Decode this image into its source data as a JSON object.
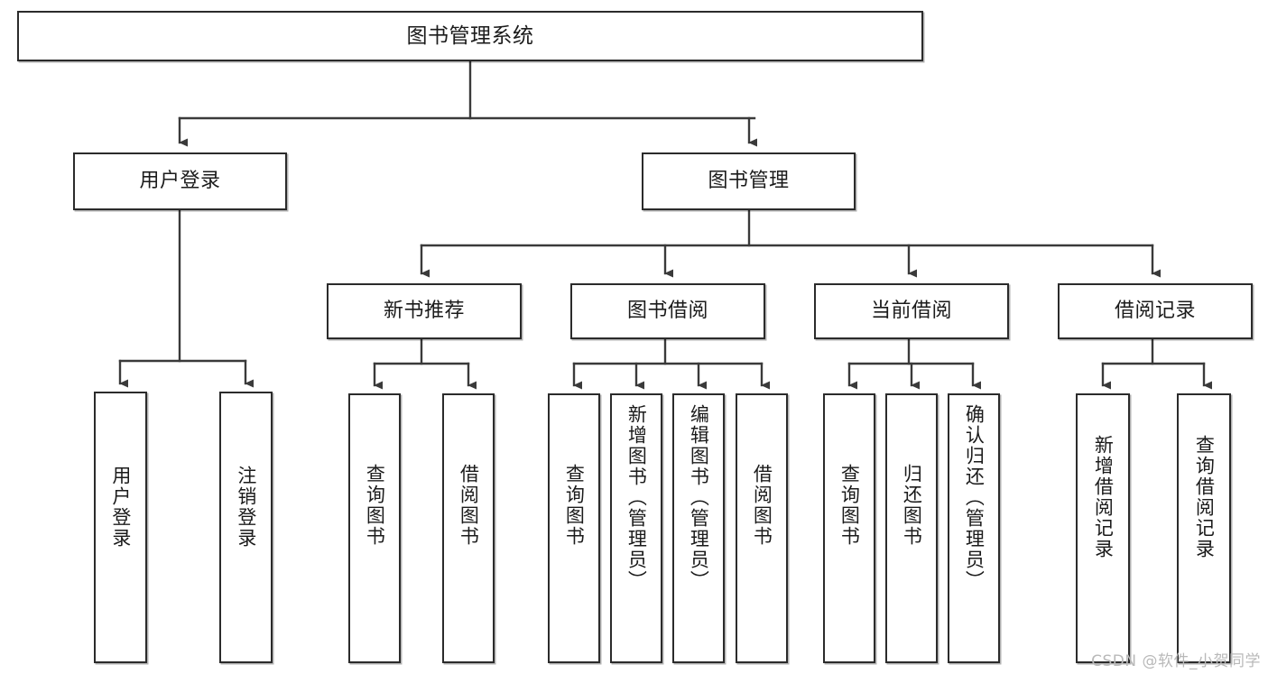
{
  "diagram": {
    "title": "图书管理系统",
    "type": "hierarchy-tree",
    "watermark": "CSDN @软件_小贺同学",
    "colors": {
      "node_border": "#2b2b2b",
      "node_fill": "#ffffff",
      "edge": "#3a3a3a",
      "text": "#1b1b1b",
      "watermark": "#b9b9b9"
    },
    "levels": {
      "root": [
        "图书管理系统"
      ],
      "level2": [
        "用户登录",
        "图书管理"
      ],
      "level3": [
        "新书推荐",
        "图书借阅",
        "当前借阅",
        "借阅记录"
      ],
      "leaves": [
        "用户登录",
        "注销登录",
        "查询图书",
        "借阅图书",
        "查询图书",
        "新增图书（管理员）",
        "编辑图书（管理员）",
        "借阅图书",
        "查询图书",
        "归还图书",
        "确认归还（管理员）",
        "新增借阅记录",
        "查询借阅记录"
      ]
    },
    "nodes": {
      "root": {
        "label": "图书管理系统"
      },
      "user_login": {
        "label": "用户登录"
      },
      "book_manage": {
        "label": "图书管理"
      },
      "new_book_rec": {
        "label": "新书推荐"
      },
      "book_borrow": {
        "label": "图书借阅"
      },
      "current_borrow": {
        "label": "当前借阅"
      },
      "borrow_record": {
        "label": "借阅记录"
      },
      "leaf_user_login": {
        "label": "用户登录"
      },
      "leaf_logout": {
        "label": "注销登录"
      },
      "leaf_query_book_1": {
        "label": "查询图书"
      },
      "leaf_borrow_book_1": {
        "label": "借阅图书"
      },
      "leaf_query_book_2": {
        "label": "查询图书"
      },
      "leaf_add_book": {
        "label": "新增图书（管理员）"
      },
      "leaf_edit_book": {
        "label": "编辑图书（管理员）"
      },
      "leaf_borrow_book_2": {
        "label": "借阅图书"
      },
      "leaf_query_book_3": {
        "label": "查询图书"
      },
      "leaf_return_book": {
        "label": "归还图书"
      },
      "leaf_confirm_return": {
        "label": "确认归还（管理员）"
      },
      "leaf_add_record": {
        "label": "新增借阅记录"
      },
      "leaf_query_record": {
        "label": "查询借阅记录"
      }
    }
  }
}
